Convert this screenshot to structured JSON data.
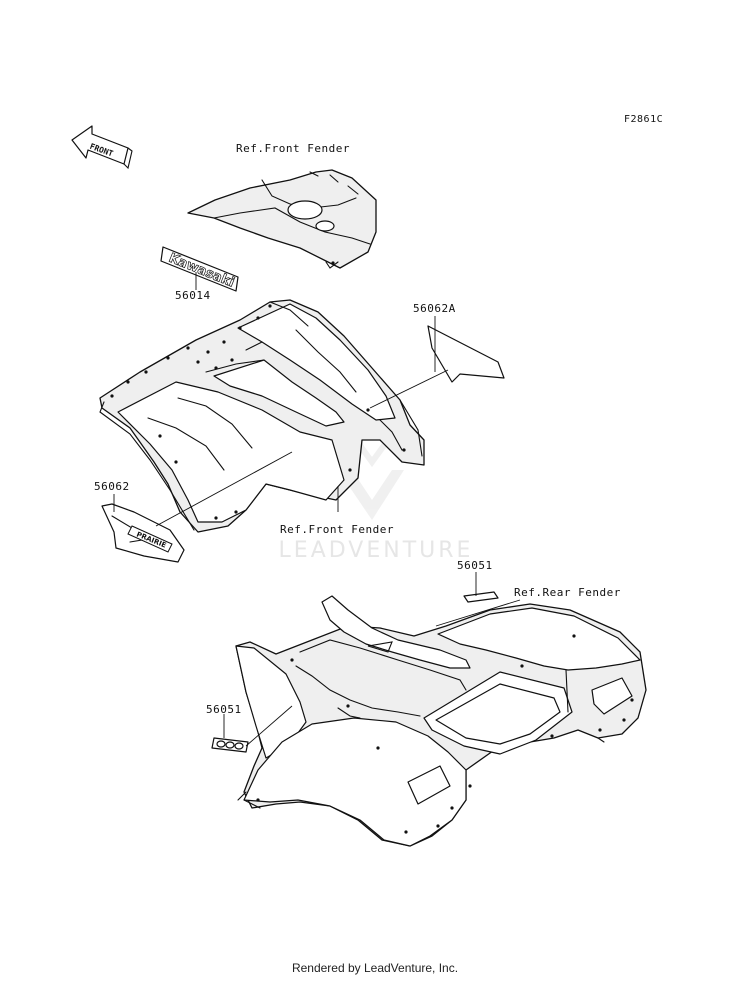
{
  "diagram_code": "F2861C",
  "front_arrow_text": "FRONT",
  "labels": {
    "ref_front_fender_top": "Ref.Front Fender",
    "part_56014": "56014",
    "part_56062A": "56062A",
    "part_56062": "56062",
    "ref_front_fender_bottom": "Ref.Front Fender",
    "part_56051_top": "56051",
    "ref_rear_fender": "Ref.Rear Fender",
    "part_56051_left": "56051"
  },
  "decal_texts": {
    "kawasaki": "Kawasaki",
    "prairie": "PRAIRIE"
  },
  "watermark": "LEADVENTURE",
  "footer": "Rendered by LeadVenture, Inc."
}
